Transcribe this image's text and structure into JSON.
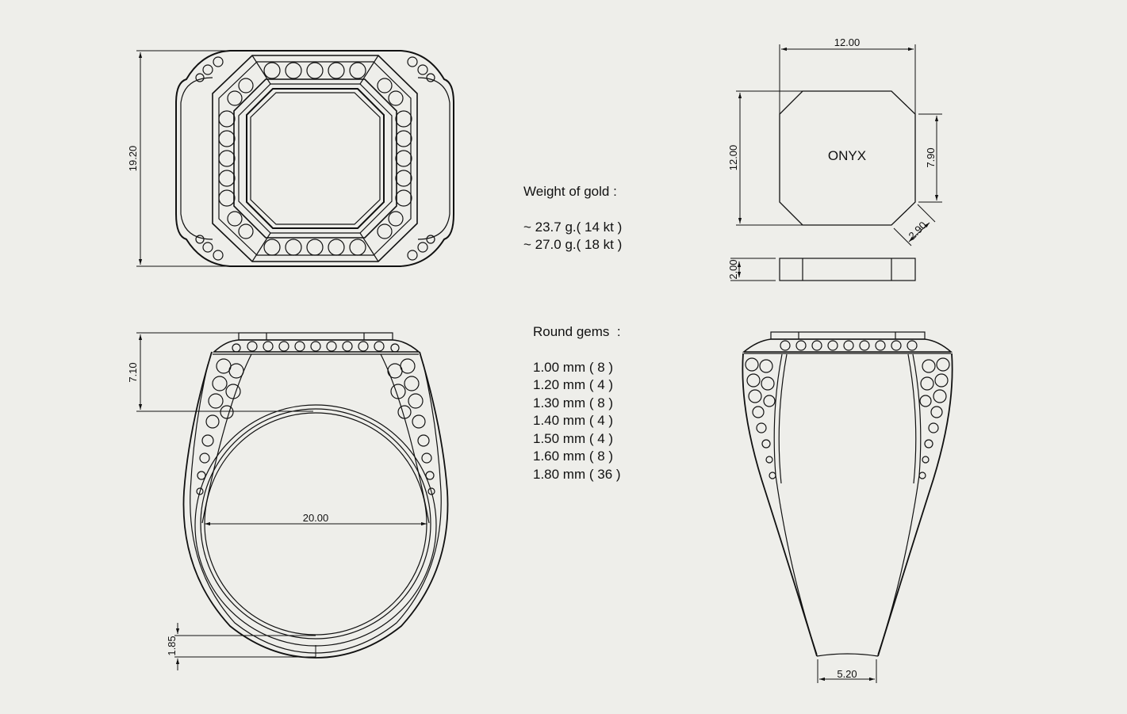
{
  "sheet": {
    "background": "#eeeeea",
    "line_color": "#111111"
  },
  "top_view": {
    "dim_height": "19.20"
  },
  "front_view": {
    "dim_head_height": "7.10",
    "dim_inner_diameter": "20.00",
    "dim_shank_thickness": "1.85"
  },
  "stone_view": {
    "label": "ONYX",
    "dim_width": "12.00",
    "dim_height": "12.00",
    "dim_side": "7.90",
    "dim_chamfer": "2.90",
    "dim_thickness": "2.00"
  },
  "side_view": {
    "dim_bottom_width": "5.20"
  },
  "gold_weight": {
    "title": "Weight of gold :",
    "lines": [
      "~ 23.7 g.( 14 kt )",
      "~ 27.0 g.( 18 kt )"
    ]
  },
  "round_gems": {
    "title": "Round gems  :",
    "items": [
      {
        "size": "1.00 mm",
        "count": "8",
        "text": "1.00 mm ( 8 )"
      },
      {
        "size": "1.20 mm",
        "count": "4",
        "text": "1.20 mm ( 4 )"
      },
      {
        "size": "1.30 mm",
        "count": "8",
        "text": "1.30 mm ( 8 )"
      },
      {
        "size": "1.40 mm",
        "count": "4",
        "text": "1.40 mm ( 4 )"
      },
      {
        "size": "1.50 mm",
        "count": "4",
        "text": "1.50 mm ( 4 )"
      },
      {
        "size": "1.60 mm",
        "count": "8",
        "text": "1.60 mm ( 8 )"
      },
      {
        "size": "1.80 mm",
        "count": "36",
        "text": "1.80 mm ( 36 )"
      }
    ]
  }
}
